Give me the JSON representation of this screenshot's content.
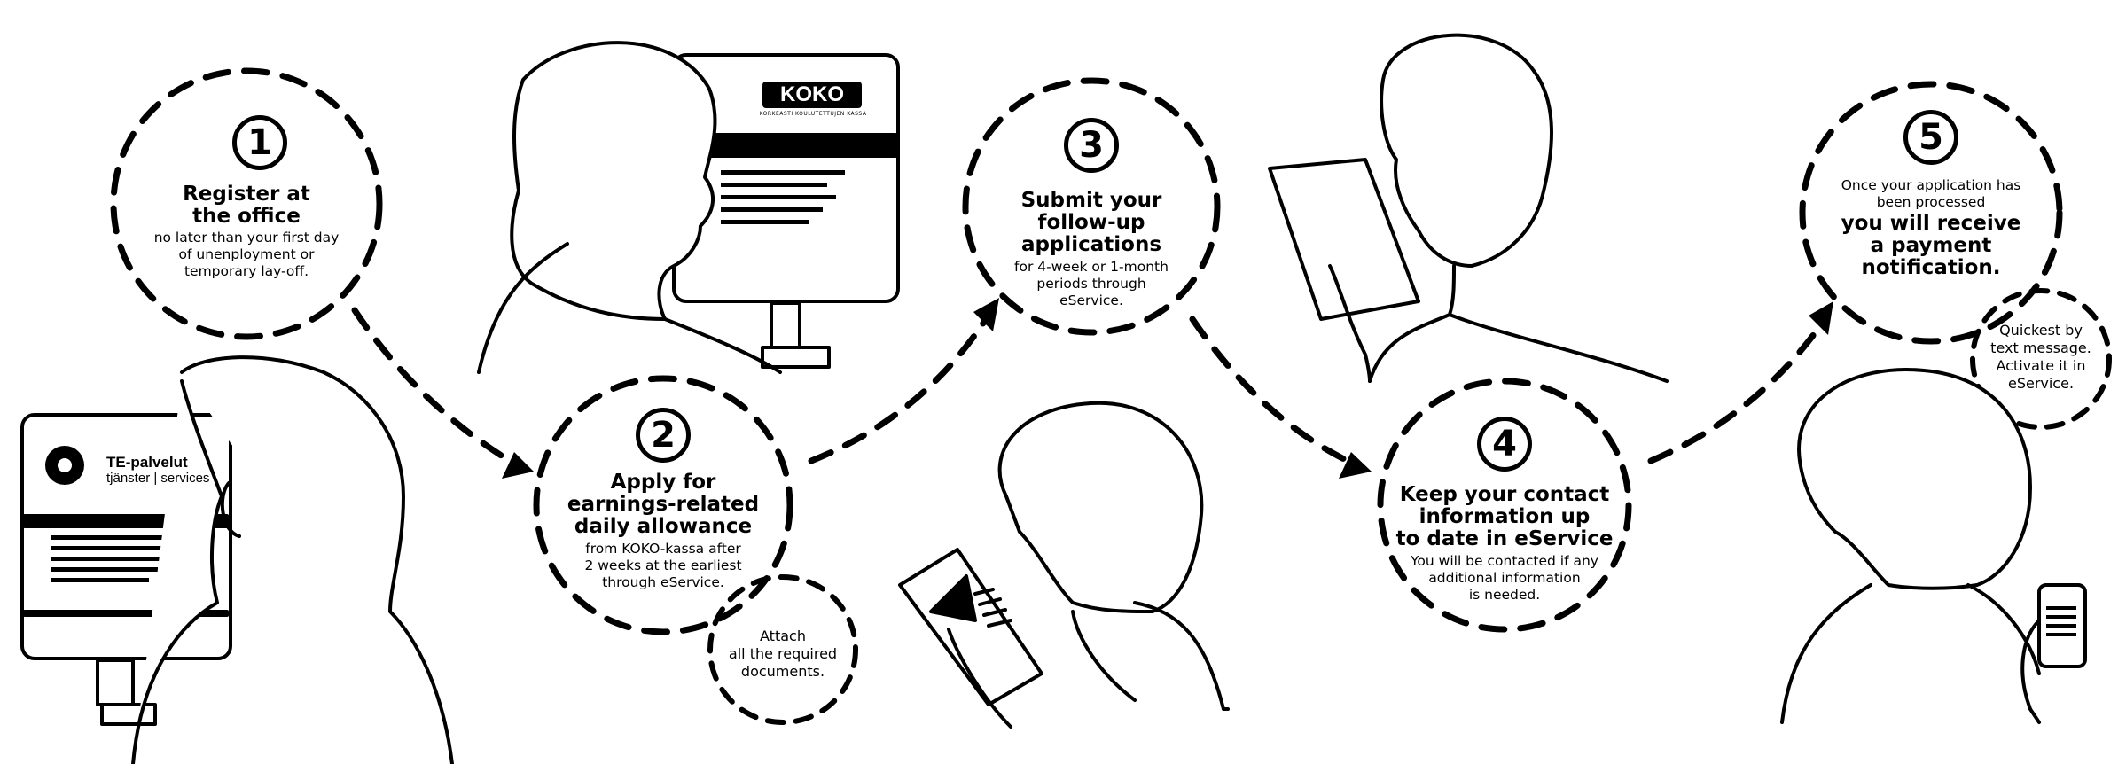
{
  "steps": [
    {
      "number": "1",
      "heading_lines": [
        "Register at",
        "the office"
      ],
      "body_lines": [
        "no later than your first day",
        "of unenployment or",
        "temporary lay-off."
      ]
    },
    {
      "number": "2",
      "heading_lines": [
        "Apply for",
        "earnings-related",
        "daily allowance"
      ],
      "body_lines": [
        "from KOKO-kassa after",
        "2 weeks at the earliest",
        "through eService."
      ],
      "note_lines": [
        "Attach",
        "all the required",
        "documents."
      ]
    },
    {
      "number": "3",
      "heading_lines": [
        "Submit your",
        "follow-up",
        "applications"
      ],
      "body_lines": [
        "for 4-week or 1-month",
        "periods through",
        "eService."
      ]
    },
    {
      "number": "4",
      "heading_lines": [
        "Keep your contact",
        "information up",
        "to date in eService"
      ],
      "body_lines": [
        "You will be contacted if any",
        "additional information",
        "is needed."
      ]
    },
    {
      "number": "5",
      "intro_lines": [
        "Once your application has",
        "been processed"
      ],
      "heading_lines": [
        "you will receive",
        "a payment",
        "notification."
      ],
      "note_lines": [
        "Quickest by",
        "text message.",
        "Activate it in",
        "eService."
      ]
    }
  ],
  "logos": {
    "te_line1": "TE-palvelut",
    "te_line2": "tjänster | services",
    "koko": "KOKO",
    "koko_sub": "KORKEASTI KOULUTETTUJEN KASSA"
  }
}
